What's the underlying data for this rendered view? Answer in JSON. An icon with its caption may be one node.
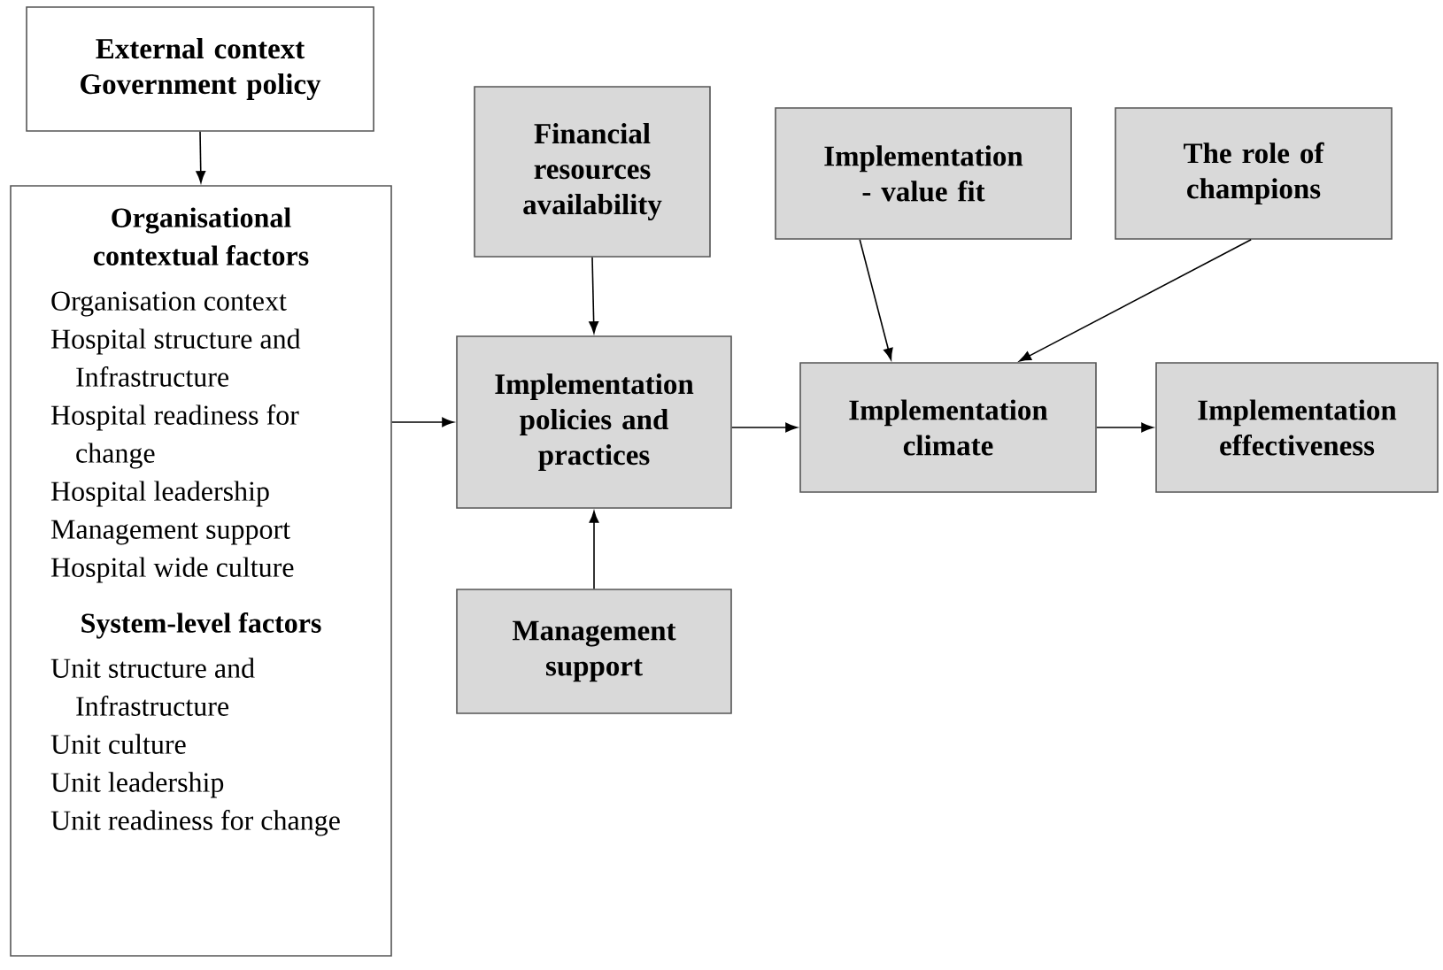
{
  "diagram": {
    "nodes": [
      {
        "text": [
          "External context Government policy"
        ]
      },
      {
        "text": [
          "Organisational contextual factors",
          "Organisation context",
          "Hospital structure and Infrastructure",
          "Hospital readiness for change",
          "Hospital leadership",
          "Management support",
          "Hospital wide culture",
          "System-level factors",
          "Unit structure and Infrastructure",
          "Unit culture",
          "Unit leadership",
          "Unit readiness for change"
        ]
      },
      {
        "text": [
          "Financial resources availability"
        ]
      },
      {
        "text": [
          "Implementation policies and practices"
        ]
      },
      {
        "text": [
          "Management support"
        ]
      },
      {
        "text": [
          "Implementation - value fit"
        ]
      },
      {
        "text": [
          "The role of champions"
        ]
      },
      {
        "text": [
          "Implementation climate"
        ]
      },
      {
        "text": [
          "Implementation effectiveness"
        ]
      }
    ],
    "edges": [
      {
        "from": 0,
        "to": 1,
        "arrow": "to"
      },
      {
        "from": 1,
        "to": 3,
        "arrow": "to"
      },
      {
        "from": 2,
        "to": 3,
        "arrow": "to"
      },
      {
        "from": 4,
        "to": 3,
        "arrow": "to"
      },
      {
        "from": 3,
        "to": 7,
        "arrow": "to"
      },
      {
        "from": 5,
        "to": 7,
        "arrow": "to"
      },
      {
        "from": 6,
        "to": 7,
        "arrow": "to"
      },
      {
        "from": 7,
        "to": 8,
        "arrow": "to"
      }
    ]
  }
}
